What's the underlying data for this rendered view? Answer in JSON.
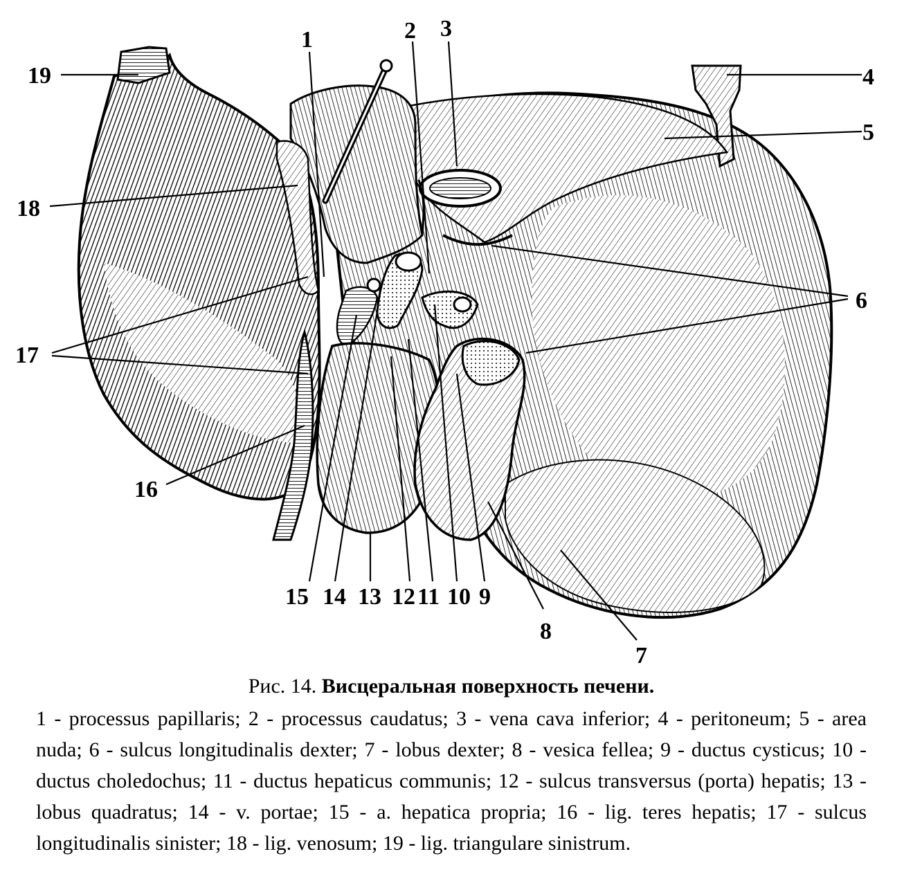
{
  "figure": {
    "colors": {
      "ink": "#000000",
      "paper": "#ffffff",
      "shade": "#4a4a4a",
      "mid": "#8c8c8c",
      "light": "#d6d6d6"
    },
    "labels": {
      "n1": "1",
      "n2": "2",
      "n3": "3",
      "n4": "4",
      "n5": "5",
      "n6": "6",
      "n7": "7",
      "n8": "8",
      "n9": "9",
      "n10": "10",
      "n11": "11",
      "n12": "12",
      "n13": "13",
      "n14": "14",
      "n15": "15",
      "n16": "16",
      "n17": "17",
      "n18": "18",
      "n19": "19"
    }
  },
  "caption": {
    "prefix": "Рис. 14. ",
    "title": "Висцеральная поверхность печени.",
    "legend": "1 - processus papillaris; 2 - processus caudatus; 3 - vena cava inferior; 4 - peritoneum; 5 - area nuda; 6 - sulcus longitudinalis dexter; 7 - lobus dexter; 8 - vesica fellea; 9 - ductus cysticus; 10 - ductus choledochus; 11 - ductus hepaticus communis; 12 - sulcus transversus (porta) hepatis; 13 - lobus quadratus; 14 - v. portae; 15 - a. hepatica propria; 16 - lig. teres hepatis; 17 - sulcus longitudinalis sinister; 18 - lig. venosum; 19 - lig. triangulare sinistrum."
  }
}
